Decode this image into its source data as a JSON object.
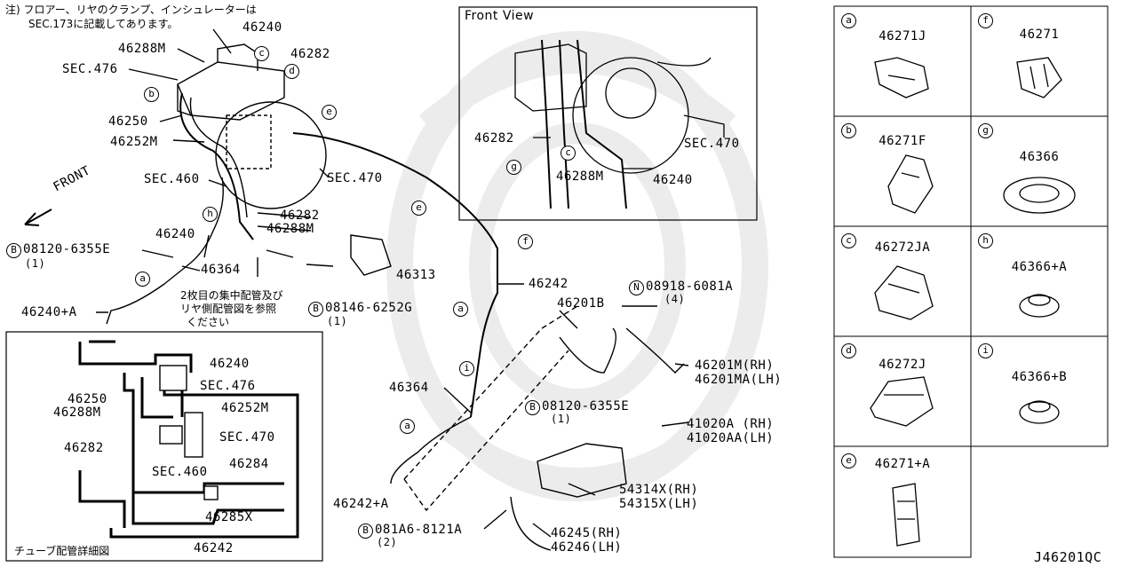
{
  "note": {
    "line1": "注) フロアー、リヤのクランプ、インシュレーターは",
    "line2": "SEC.173に記載してあります。"
  },
  "direction": "FRONT",
  "main_labels": {
    "p46240_top": "46240",
    "p46288M_top": "46288M",
    "p46282_top": "46282",
    "sec476": "SEC.476",
    "p46250": "46250",
    "p46252M": "46252M",
    "sec460": "SEC.460",
    "sec470": "SEC.470",
    "p46282_mid": "46282",
    "p46288M_mid": "46288M",
    "p46240_left": "46240",
    "bolt1": "08120-6355E",
    "bolt1_qty": "(1)",
    "p46364_left": "46364",
    "p46313": "46313",
    "bolt2": "08146-6252G",
    "bolt2_qty": "(1)",
    "p46240A": "46240+A",
    "ref_note1": "2枚目の集中配管及び",
    "ref_note2": "リヤ側配管図を参照",
    "ref_note3": "ください",
    "p46242": "46242",
    "nut": "08918-6081A",
    "nut_qty": "(4)",
    "p46201B": "46201B",
    "p46201M": "46201M(RH)",
    "p46201MA": "46201MA(LH)",
    "p46364_mid": "46364",
    "bolt3": "08120-6355E",
    "bolt3_qty": "(1)",
    "p41020A": "41020A (RH)",
    "p41020AA": "41020AA(LH)",
    "p54314X": "54314X(RH)",
    "p54315X": "54315X(LH)",
    "p46242A": "46242+A",
    "bolt4": "081A6-8121A",
    "bolt4_qty": "(2)",
    "p46245": "46245(RH)",
    "p46246": "46246(LH)"
  },
  "front_view": {
    "title": "Front View",
    "p46282": "46282",
    "p46288M": "46288M",
    "sec470": "SEC.470",
    "p46240": "46240"
  },
  "detail": {
    "title": "チューブ配管詳細図",
    "p46240": "46240",
    "sec476": "SEC.476",
    "p46250": "46250",
    "p46288M": "46288M",
    "p46252M": "46252M",
    "p46282": "46282",
    "sec470": "SEC.470",
    "sec460": "SEC.460",
    "p46284": "46284",
    "p46285X": "46285X",
    "p46242": "46242"
  },
  "clips": [
    {
      "letter": "a",
      "part": "46271J"
    },
    {
      "letter": "f",
      "part": "46271"
    },
    {
      "letter": "b",
      "part": "46271F"
    },
    {
      "letter": "g",
      "part": "46366"
    },
    {
      "letter": "c",
      "part": "46272JA"
    },
    {
      "letter": "h",
      "part": "46366+A"
    },
    {
      "letter": "d",
      "part": "46272J"
    },
    {
      "letter": "i",
      "part": "46366+B"
    },
    {
      "letter": "e",
      "part": "46271+A"
    }
  ],
  "callouts": {
    "a": "a",
    "b": "b",
    "c": "c",
    "d": "d",
    "e": "e",
    "f": "f",
    "g": "g",
    "h": "h",
    "i": "i",
    "B": "B",
    "N": "N"
  },
  "figure_id": "J46201QC"
}
